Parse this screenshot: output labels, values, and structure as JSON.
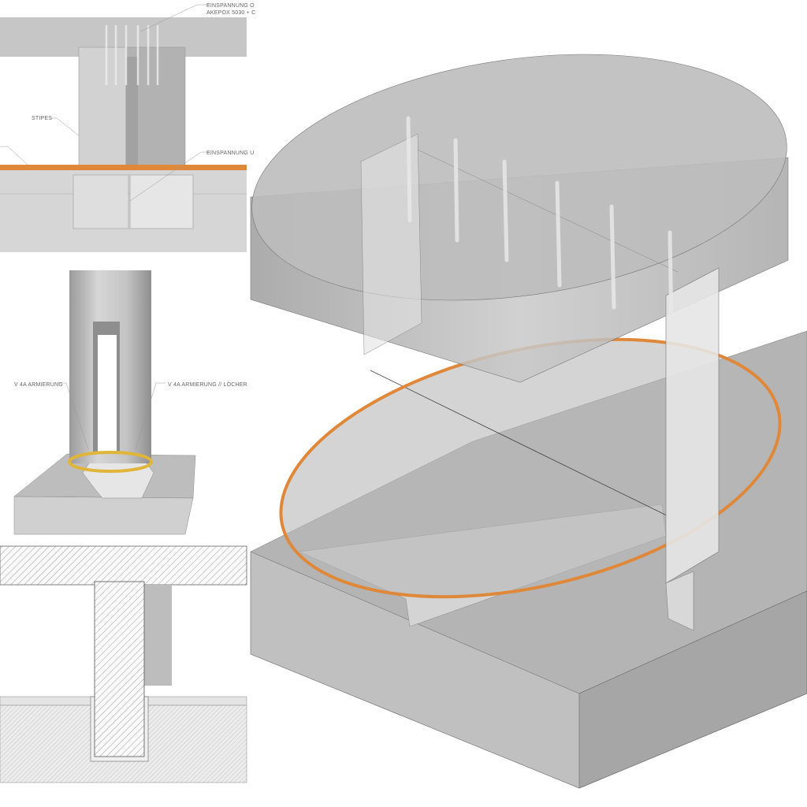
{
  "panel_elevation": {
    "label_top_line1": "EINSPANNUNG O",
    "label_top_line2": "AKEPOX 5030 + C",
    "label_stipes": "STIPES",
    "label_bottom": "EINSPANNUNG U"
  },
  "panel_perspective": {
    "label_left": "V 4A ARMIERUNG",
    "label_right": "V 4A ARMIERUNG // LÖCHER"
  },
  "colors": {
    "orange_band": "#e0883a",
    "concrete": "#c9c9c9",
    "glass": "#d8d8d8"
  }
}
